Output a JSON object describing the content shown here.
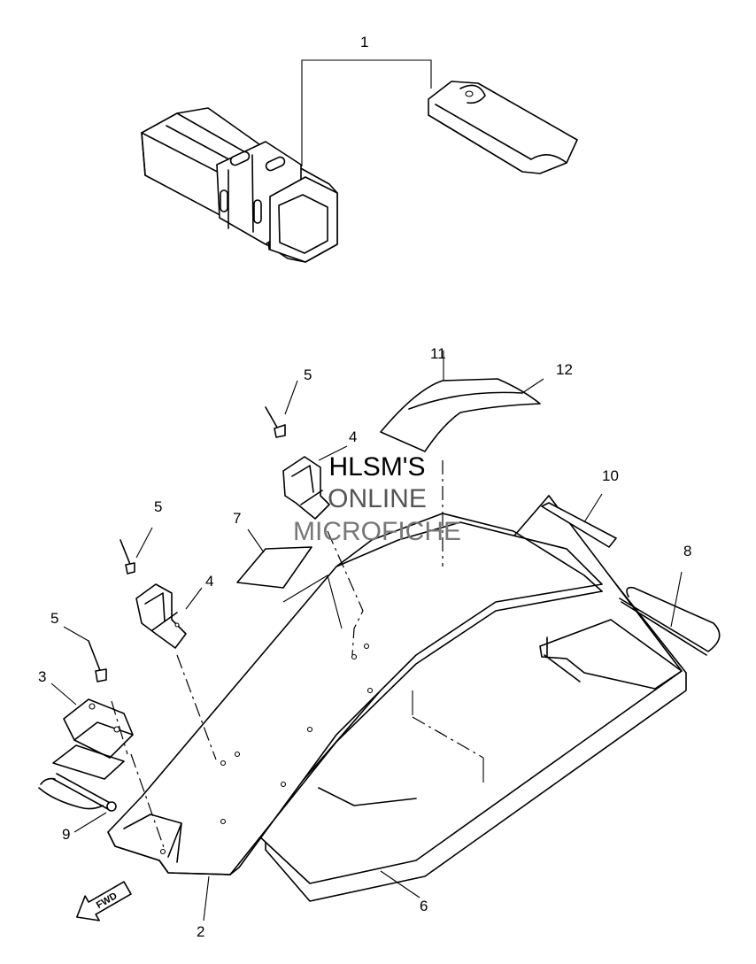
{
  "callouts": {
    "c1": "1",
    "c2": "2",
    "c3": "3",
    "c4a": "4",
    "c4b": "4",
    "c5a": "5",
    "c5b": "5",
    "c5c": "5",
    "c6": "6",
    "c7": "7",
    "c8": "8",
    "c9": "9",
    "c10": "10",
    "c11": "11",
    "c12": "12"
  },
  "watermark": {
    "line1": "HLSM'S",
    "line2": "ONLINE",
    "line3": "MICROFICHE",
    "colors": [
      "#000000",
      "#555555",
      "#777777"
    ]
  },
  "fwd_arrow": {
    "label": "FWD"
  }
}
